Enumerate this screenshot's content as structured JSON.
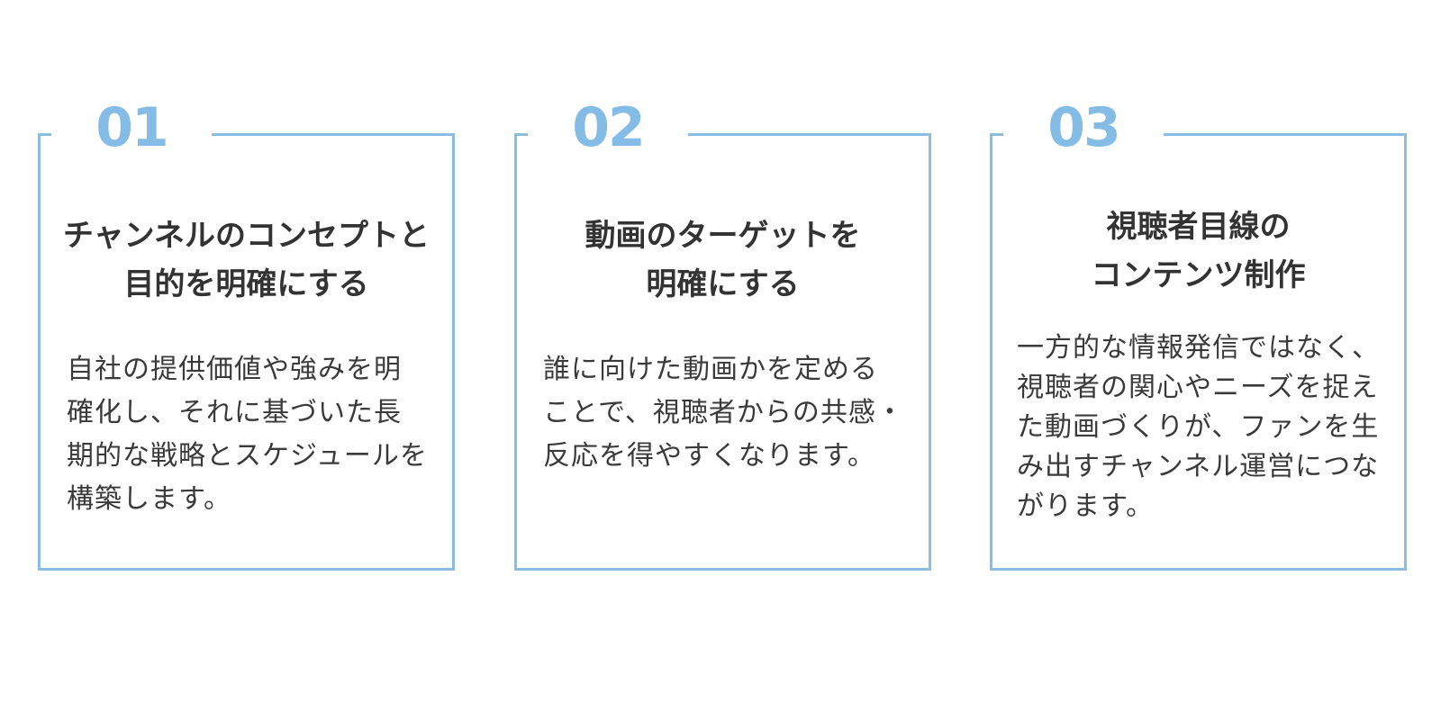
{
  "cards": [
    {
      "number": "01",
      "title": "チャンネルのコンセプトと\n目的を明確にする",
      "description": "自社の提供価値や強みを明確化し、それに基づいた長期的な戦略とスケジュールを構築します。"
    },
    {
      "number": "02",
      "title": "動画のターゲットを\n明確にする",
      "description": "誰に向けた動画かを定めることで、視聴者からの共感・反応を得やすくなります。"
    },
    {
      "number": "03",
      "title": "視聴者目線の\nコンテンツ制作",
      "description": "一方的な情報発信ではなく、視聴者の関心やニーズを捉えた動画づくりが、ファンを生み出すチャンネル運営につながります。"
    }
  ],
  "colors": {
    "accent": "#84bce6",
    "border": "#8bbde3",
    "text": "#333333",
    "background": "#ffffff"
  }
}
